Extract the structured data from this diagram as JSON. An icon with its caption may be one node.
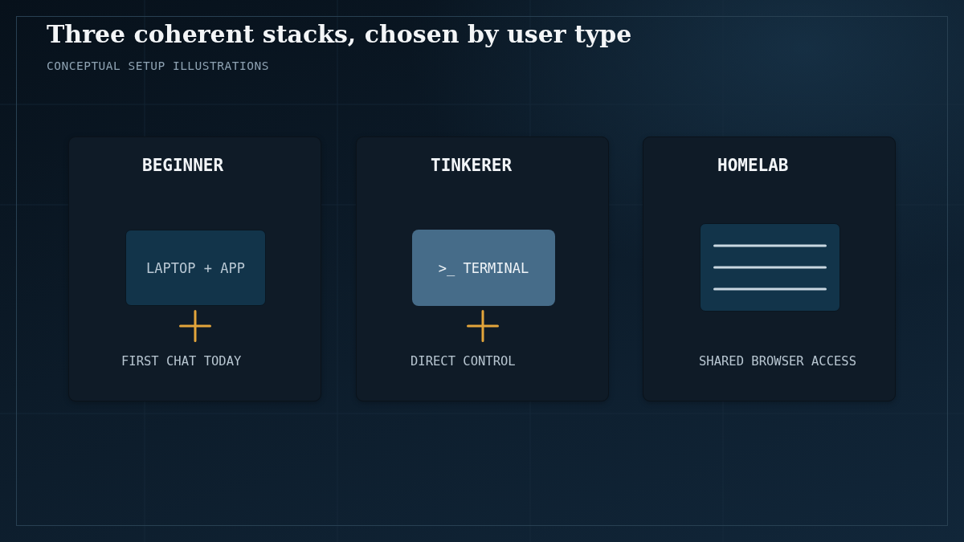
{
  "diagram": {
    "title": "Three coherent stacks, chosen by user type",
    "nodes": [
      {
        "text": [
          "BEGINNER",
          "FIRST CHAT TODAY"
        ]
      },
      {
        "text": [
          "LAPTOP + APP"
        ],
        "in": 0
      },
      {
        "text": [
          "TINKERER",
          "DIRECT CONTROL"
        ]
      },
      {
        "text": [
          ">_ TERMINAL"
        ],
        "in": 2
      },
      {
        "text": [
          "HOMELAB",
          "SHARED BROWSER ACCESS"
        ]
      },
      {
        "text": [],
        "shape": "box",
        "in": 4
      }
    ],
    "labels": [
      "CONCEPTUAL SETUP ILLUSTRATIONS"
    ]
  }
}
